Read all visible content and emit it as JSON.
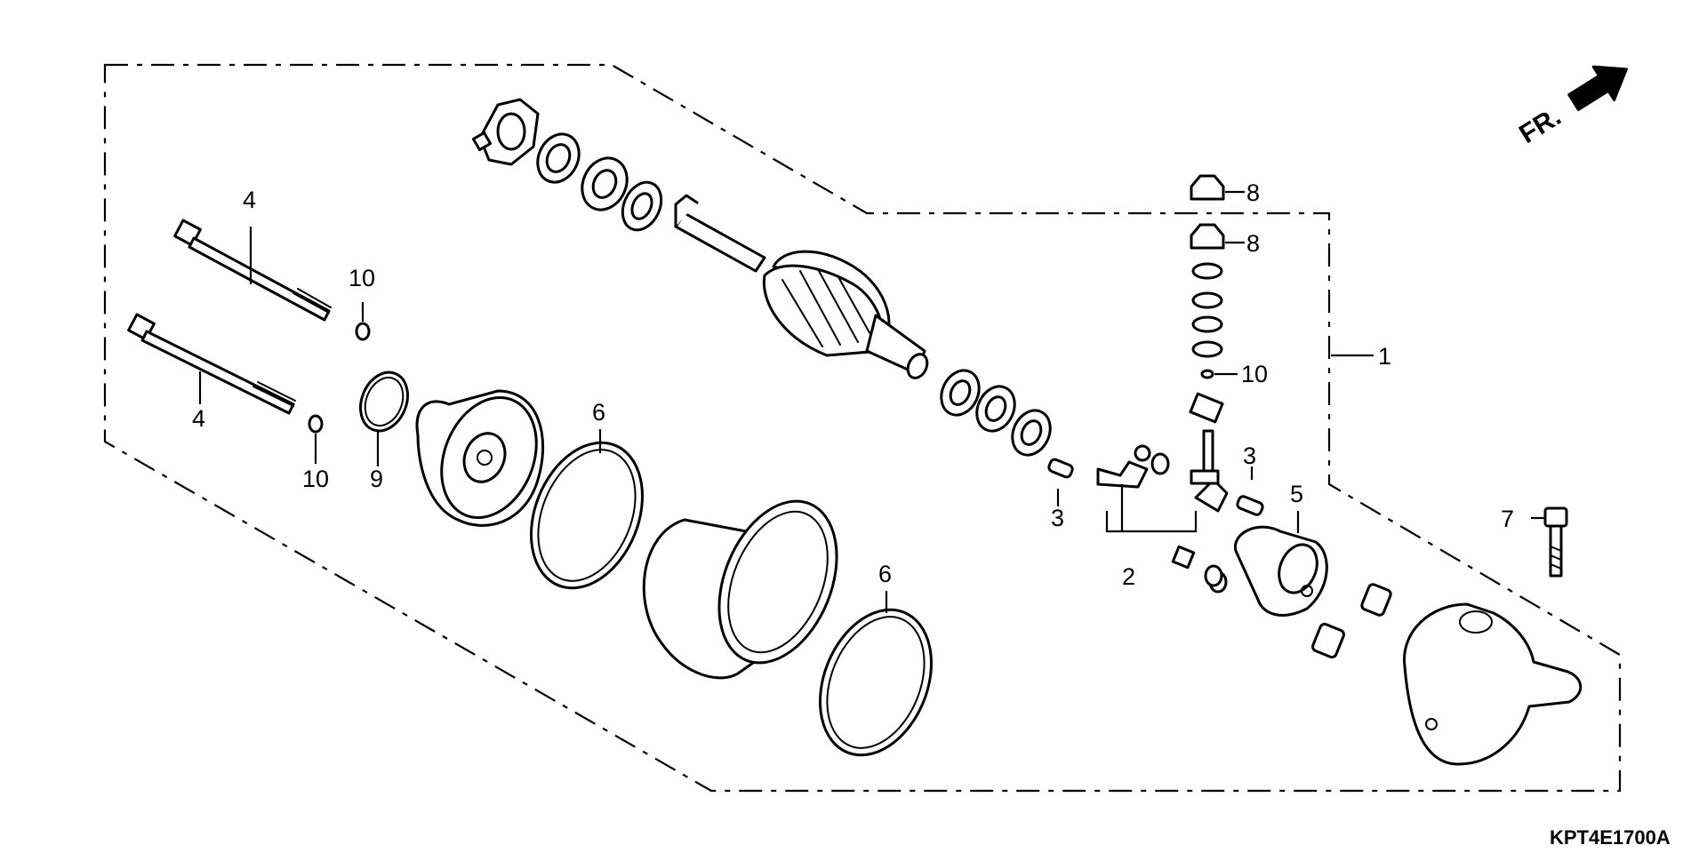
{
  "diagram": {
    "drawing_code": "KPT4E1700A",
    "front_indicator": "FR.",
    "callouts": {
      "c1": "1",
      "c2": "2",
      "c3a": "3",
      "c3b": "3",
      "c4a": "4",
      "c4b": "4",
      "c5": "5",
      "c6a": "6",
      "c6b": "6",
      "c7": "7",
      "c8a": "8",
      "c8b": "8",
      "c9": "9",
      "c10a": "10",
      "c10b": "10",
      "c10c": "10"
    }
  },
  "colors": {
    "line": "#000000",
    "background": "#ffffff"
  }
}
